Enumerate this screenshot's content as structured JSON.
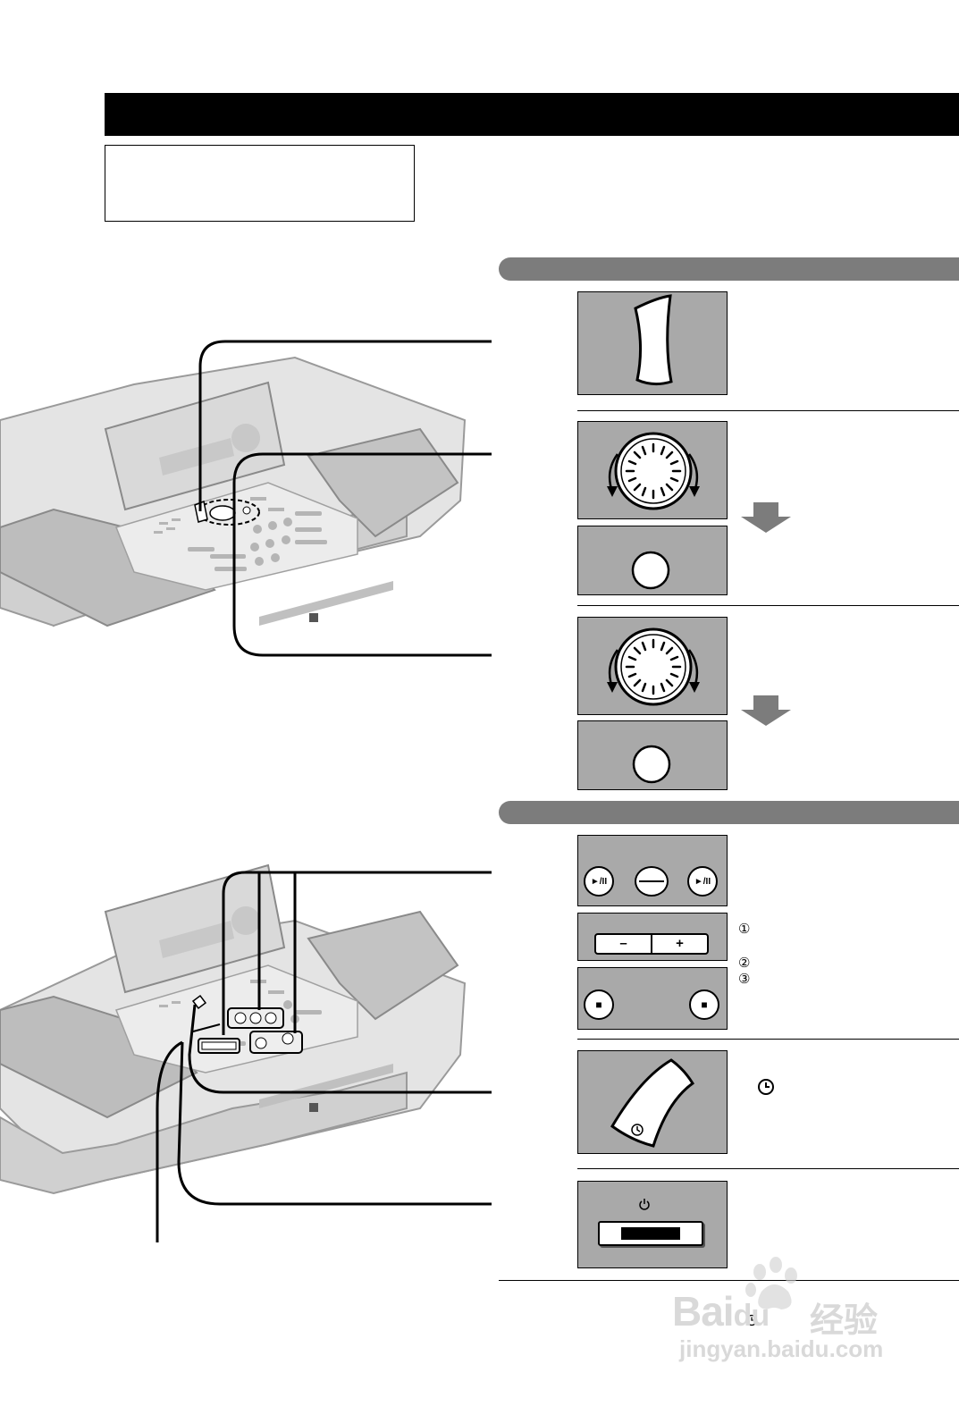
{
  "page": {
    "header_bar_color": "#000000",
    "section_bar_color": "#7c7c7c",
    "panel_color": "#a9a9a9"
  },
  "steps": {
    "circled_1": "①",
    "circled_2": "②",
    "circled_3": "③"
  },
  "buttons": {
    "play_pause_left": "►/II",
    "play_pause_right": "►/II",
    "minus": "–",
    "plus": "+",
    "stop_left": "■",
    "stop_right": "■"
  },
  "icons": {
    "clock": "clock-icon",
    "power": "power-icon",
    "arrow": "down-arrow-icon"
  },
  "watermark": {
    "brand": "Bai",
    "brand2": "du",
    "cn": "经验",
    "url": "jingyan.baidu.com"
  }
}
